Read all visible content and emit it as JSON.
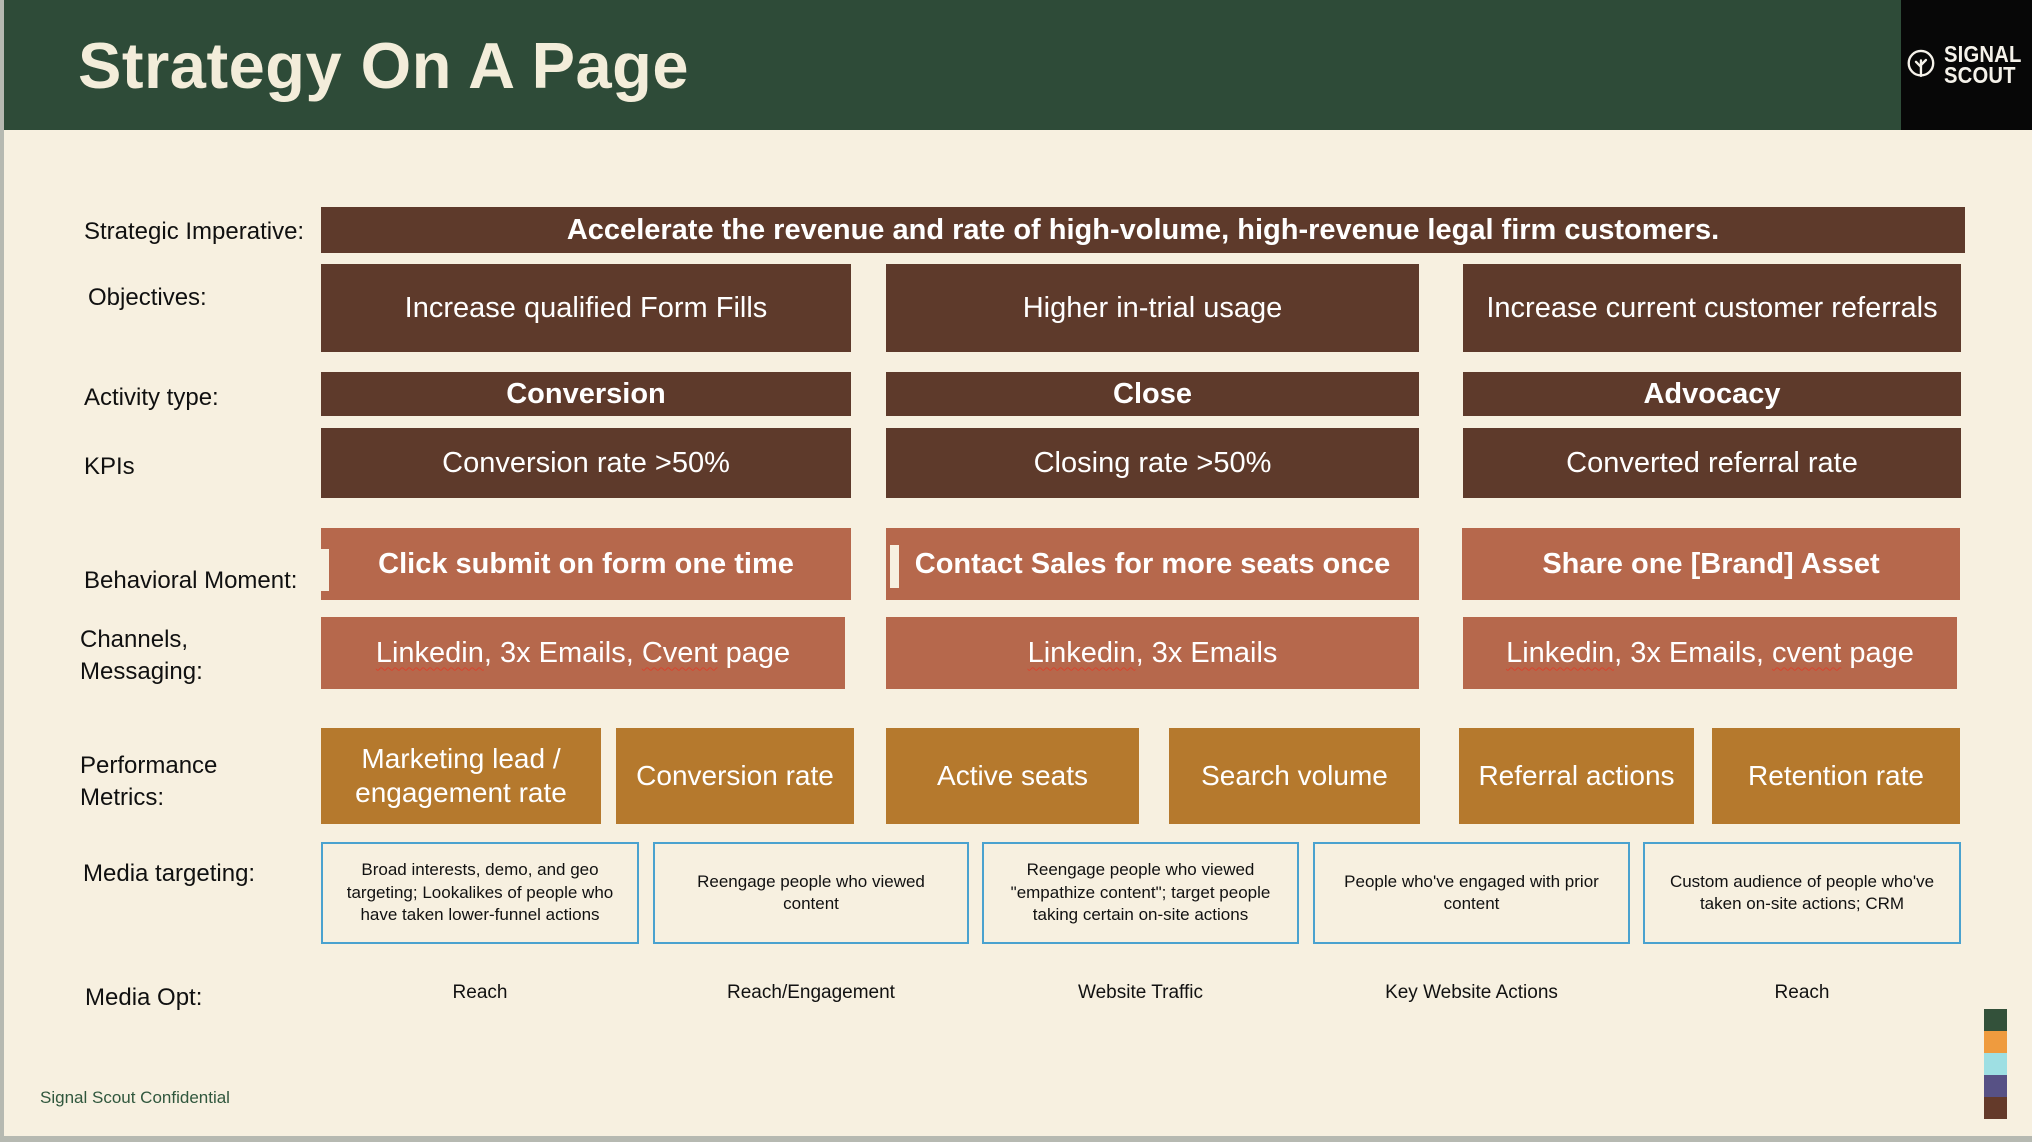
{
  "header": {
    "title": "Strategy On A Page",
    "logo": {
      "line1": "SIGNAL",
      "line2": "SCOUT",
      "icon": "tree-in-circle-icon"
    }
  },
  "rows": {
    "strategic_imperative": {
      "label": "Strategic Imperative:",
      "text": "Accelerate the revenue and rate of high-volume, high-revenue legal firm customers."
    },
    "objectives": {
      "label": "Objectives:",
      "boxes": [
        "Increase qualified Form Fills",
        "Higher in-trial usage",
        "Increase current customer referrals"
      ]
    },
    "activity_type": {
      "label": "Activity type:",
      "boxes": [
        "Conversion",
        "Close",
        "Advocacy"
      ]
    },
    "kpis": {
      "label": "KPIs",
      "boxes": [
        "Conversion rate >50%",
        "Closing rate >50%",
        "Converted referral rate"
      ]
    },
    "behavioral_moment": {
      "label": "Behavioral Moment:",
      "boxes": [
        "Click submit on form one time",
        "Contact Sales for more seats once",
        "Share one [Brand] Asset"
      ]
    },
    "channels_messaging": {
      "label": "Channels,\nMessaging:",
      "boxes": [
        {
          "segments": [
            {
              "text": "Linkedin",
              "misspelled": true
            },
            {
              "text": ", 3x Emails, ",
              "misspelled": false
            },
            {
              "text": "Cvent",
              "misspelled": true
            },
            {
              "text": " page",
              "misspelled": false
            }
          ]
        },
        {
          "segments": [
            {
              "text": "Linkedin",
              "misspelled": true
            },
            {
              "text": ", 3x Emails",
              "misspelled": false
            }
          ]
        },
        {
          "segments": [
            {
              "text": "Linkedin",
              "misspelled": true
            },
            {
              "text": ", 3x Emails, ",
              "misspelled": false
            },
            {
              "text": "cvent",
              "misspelled": true
            },
            {
              "text": " page",
              "misspelled": false
            }
          ]
        }
      ]
    },
    "performance_metrics": {
      "label": "Performance\nMetrics:",
      "boxes": [
        "Marketing lead /\nengagement rate",
        "Conversion rate",
        "Active seats",
        "Search volume",
        "Referral actions",
        "Retention rate"
      ]
    },
    "media_targeting": {
      "label": "Media targeting:",
      "boxes": [
        "Broad interests, demo, and geo targeting; Lookalikes of people who have taken lower-funnel actions",
        "Reengage people who viewed content",
        "Reengage people who viewed \"empathize content\"; target people taking certain on-site actions",
        "People who've engaged with prior content",
        "Custom audience of people who've taken on-site actions; CRM"
      ]
    },
    "media_opt": {
      "label": "Media Opt:",
      "values": [
        "Reach",
        "Reach/Engagement",
        "Website Traffic",
        "Key Website Actions",
        "Reach"
      ]
    }
  },
  "footer": {
    "confidential": "Signal Scout Confidential"
  },
  "palette_swatches": [
    "#33513a",
    "#ef9b3e",
    "#9edfe3",
    "#575185",
    "#643a2a"
  ],
  "colors": {
    "header_green": "#2e4b38",
    "background_cream": "#f7f0e0",
    "dark_brown": "#5e3a2b",
    "terracotta": "#b6684c",
    "orange": "#b5792d",
    "target_border_blue": "#4aa2cf",
    "logo_black": "#070707"
  }
}
